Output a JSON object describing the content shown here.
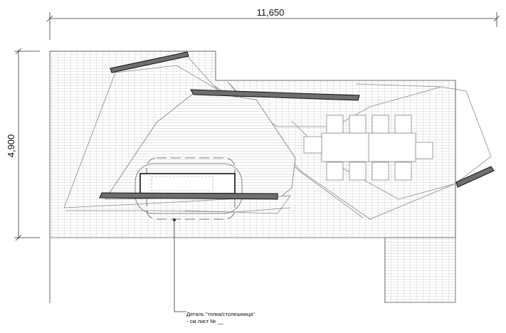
{
  "drawing": {
    "dimensions": {
      "overall_width": "11,650",
      "overall_height": "4,900"
    },
    "callout": {
      "line1": "Деталь \"топка/столешница\"",
      "line2": "- см лист № __"
    },
    "colors": {
      "line": "#222222",
      "paving": "#cfcfcf",
      "decking": "#bdbdbd",
      "benches": "#6e6e6e",
      "pergola": "#9a9a9a",
      "background": "#ffffff"
    },
    "furniture": {
      "dining_chairs_per_side": 4,
      "dining_table_sections": 2
    }
  }
}
